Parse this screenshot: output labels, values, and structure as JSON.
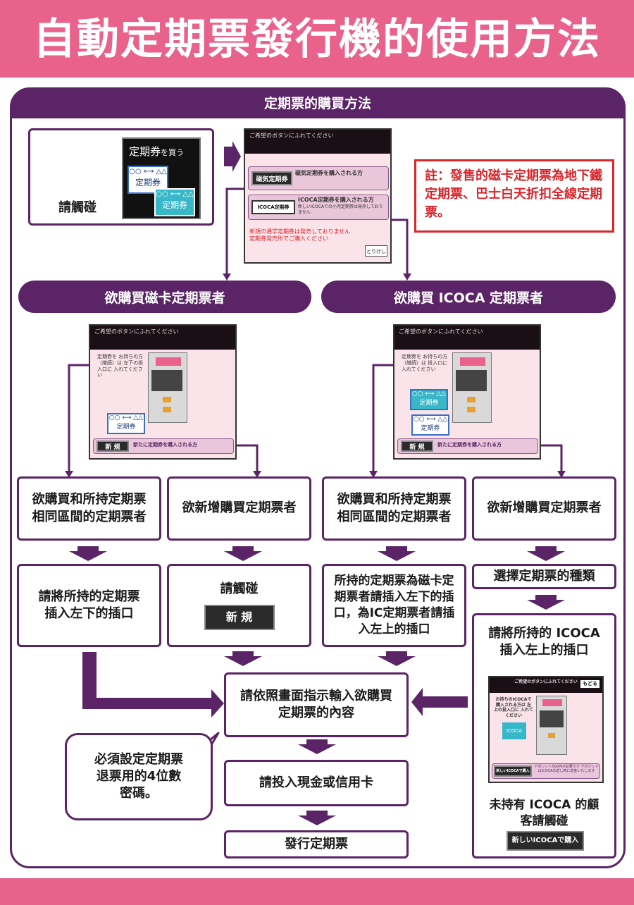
{
  "title": "自動定期票發行機的使用方法",
  "section_title": "定期票的購買方法",
  "note": "註：發售的磁卡定期票為地下鐵定期票、巴士白天折扣全線定期票。",
  "start": {
    "label": "請觸碰",
    "card_line1": "定期券",
    "card_line1_suffix": "を買う",
    "ticket_route": "○○ ⟷ △△",
    "ticket_name": "定期券"
  },
  "screen1": {
    "header": "ご希望のボタンにふれてください",
    "btn_magnetic": "磁気定期券",
    "btn_magnetic_desc": "磁気定期券を購入される方",
    "btn_icoca": "ICOCA定期券",
    "btn_icoca_desc": "ICOCA定期券を購入される方",
    "btn_icoca_sub": "新しいICOCAでの小児定期券は発売しておりません",
    "warn": "新規の通学定期券は発売しておりません 定期券発売所でご購入ください",
    "cancel": "とりけし"
  },
  "branch_magnetic": "欲購買磁卡定期票者",
  "branch_icoca": "欲購買 ICOCA 定期票者",
  "screen_mag": {
    "header": "ご希望のボタンにふれてください",
    "text": "定期券を お持ちの方（継続）は 左下の投入口に 入れてください",
    "ticket_route": "○○ ⟷ △△",
    "ticket_name": "定期券",
    "new_btn": "新 規",
    "new_desc": "新たに定期券を購入される方"
  },
  "screen_ic": {
    "header": "ご希望のボタンにふれてください",
    "text": "定期券を お持ちの方（継続）は 投入口に 入れてください",
    "ticket_route": "○○ ⟷ △△",
    "ticket_name": "定期券",
    "new_btn": "新 規",
    "new_desc": "新たに定期券を購入される方"
  },
  "mag_renew": "欲購買和所持定期票相同區間的定期票者",
  "mag_new": "欲新增購買定期票者",
  "ic_renew": "欲購買和所持定期票相同區間的定期票者",
  "ic_new": "欲新增購買定期票者",
  "mag_renew_step": "請將所持的定期票插入左下的插口",
  "mag_new_step": "請觸碰",
  "mag_new_btn": "新 規",
  "ic_renew_step": "所持的定期票為磁卡定期票者請插入左下的插口，為IC定期票者請插入左上的插口",
  "ic_new_step1": "選擇定期票的種類",
  "ic_new_step2": "請將所持的 ICOCA 插入左上的插口",
  "screen_ic2": {
    "header": "ご希望のボタンにふれてください",
    "back": "もどる",
    "text": "お持ちのICOCAで 購入される方は 左上の投入口に 入れてください",
    "card": "ICOCA",
    "btn": "新しいICOCAで購入",
    "desc": "デポジット500円が必要です デポジットはICOCAお返し時に返金いたします"
  },
  "ic_no_card": "未持有 ICOCA 的顧客請觸碰",
  "ic_no_card_btn": "新しいICOCAで購入",
  "input_step": "請依照畫面指示輸入欲購買定期票的內容",
  "password_note": "必須設定定期票退票用的4位數密碼。",
  "pay_step": "請投入現金或信用卡",
  "issue_step": "發行定期票",
  "colors": {
    "primary": "#5b2466",
    "accent": "#e8628c",
    "note": "#d8262b"
  }
}
